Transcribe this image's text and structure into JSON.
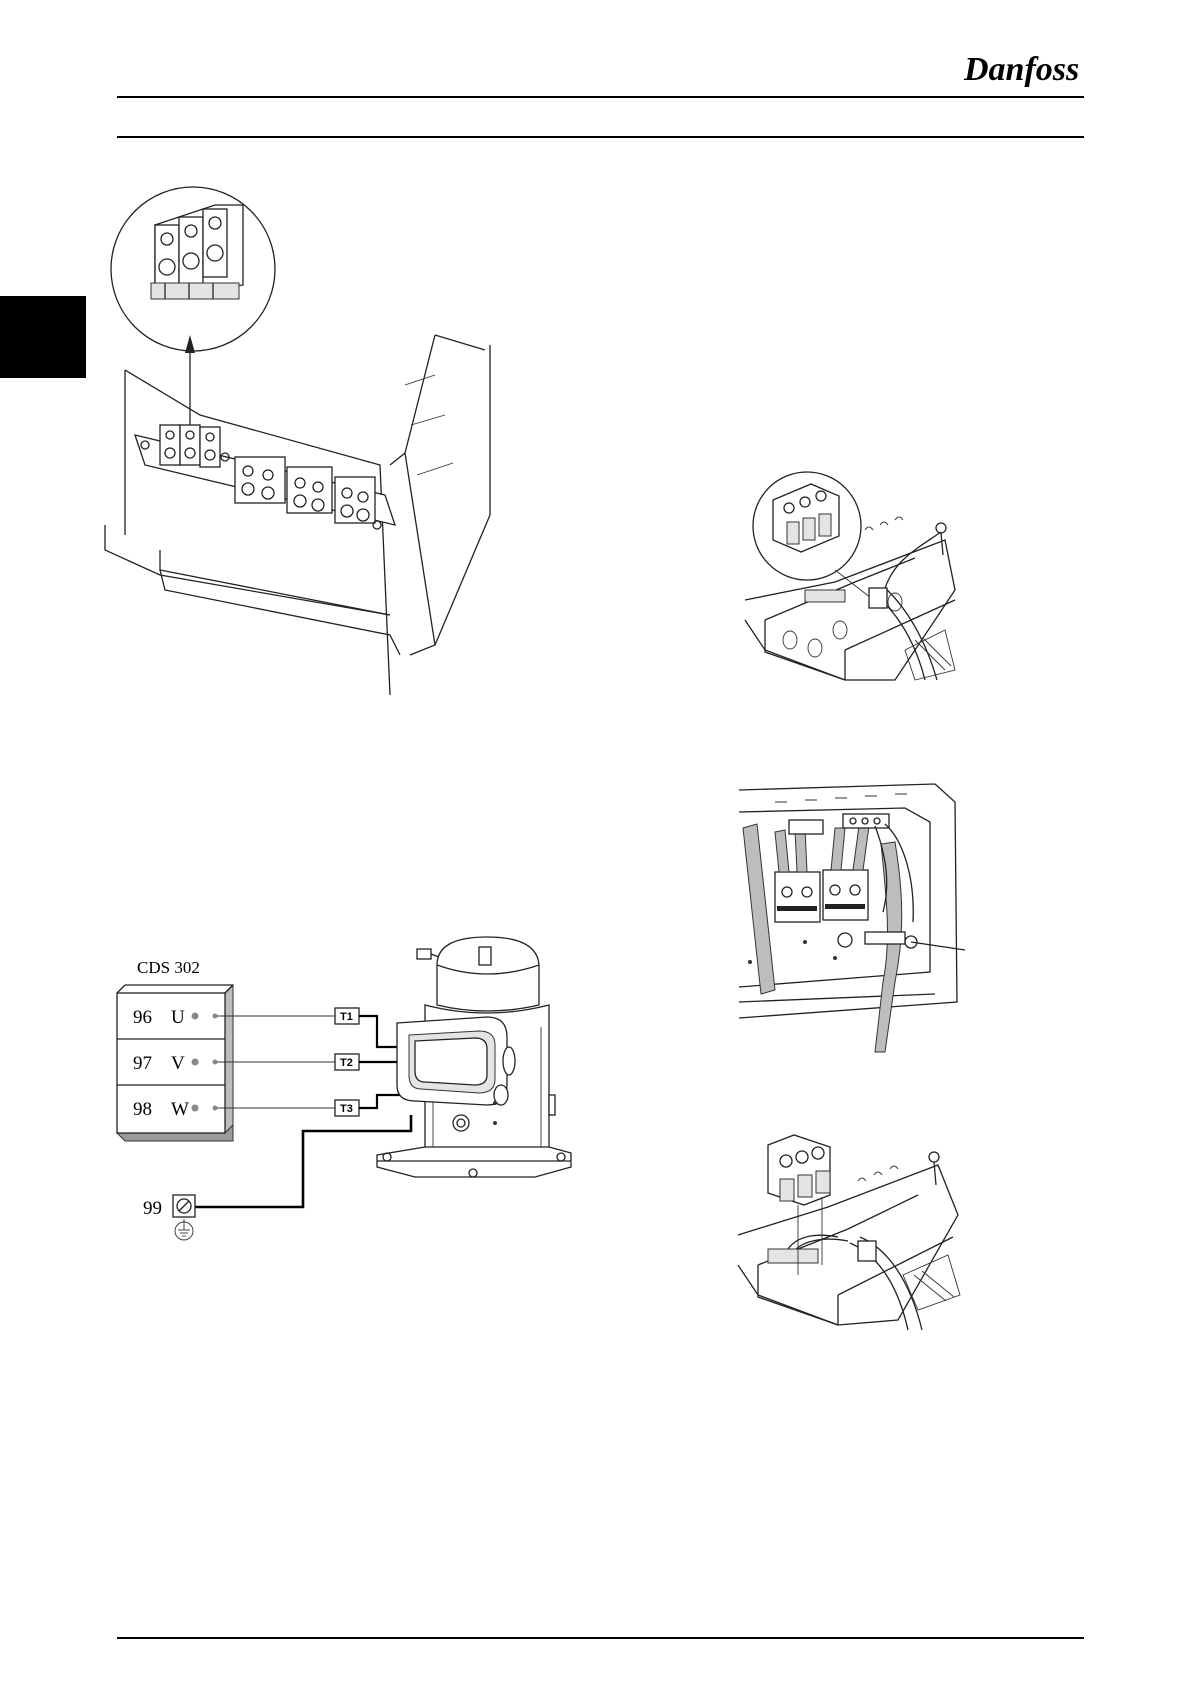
{
  "header": {
    "brand": "Danfoss"
  },
  "wiring": {
    "device_label": "CDS 302",
    "terminals": [
      {
        "number": "96",
        "letter": "U",
        "motor": "T1"
      },
      {
        "number": "97",
        "letter": "V",
        "motor": "T2"
      },
      {
        "number": "98",
        "letter": "W",
        "motor": "T3"
      }
    ],
    "ground_number": "99"
  },
  "icons": [
    "danfoss-logo-icon",
    "ground-symbol-icon",
    "arrow-up-icon"
  ],
  "colors": {
    "side_tab": "#000000",
    "rules": "#000000",
    "gray_fill": "#bdbdbd"
  }
}
